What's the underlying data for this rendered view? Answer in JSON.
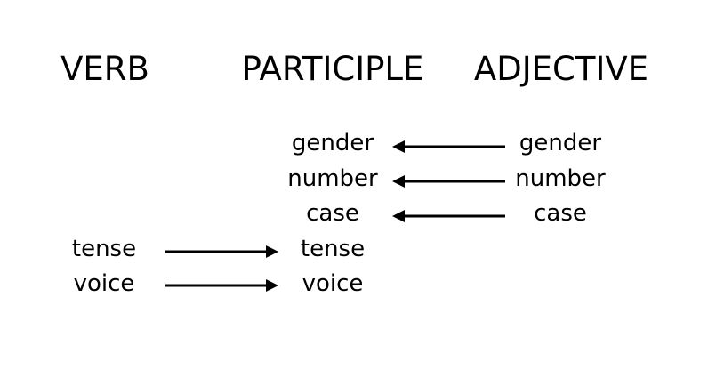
{
  "headings": {
    "verb": "VERB",
    "participle": "PARTICIPLE",
    "adjective": "ADJECTIVE"
  },
  "participle": {
    "gender": "gender",
    "number": "number",
    "case": "case",
    "tense": "tense",
    "voice": "voice"
  },
  "adjective": {
    "gender": "gender",
    "number": "number",
    "case": "case"
  },
  "verb": {
    "tense": "tense",
    "voice": "voice"
  }
}
